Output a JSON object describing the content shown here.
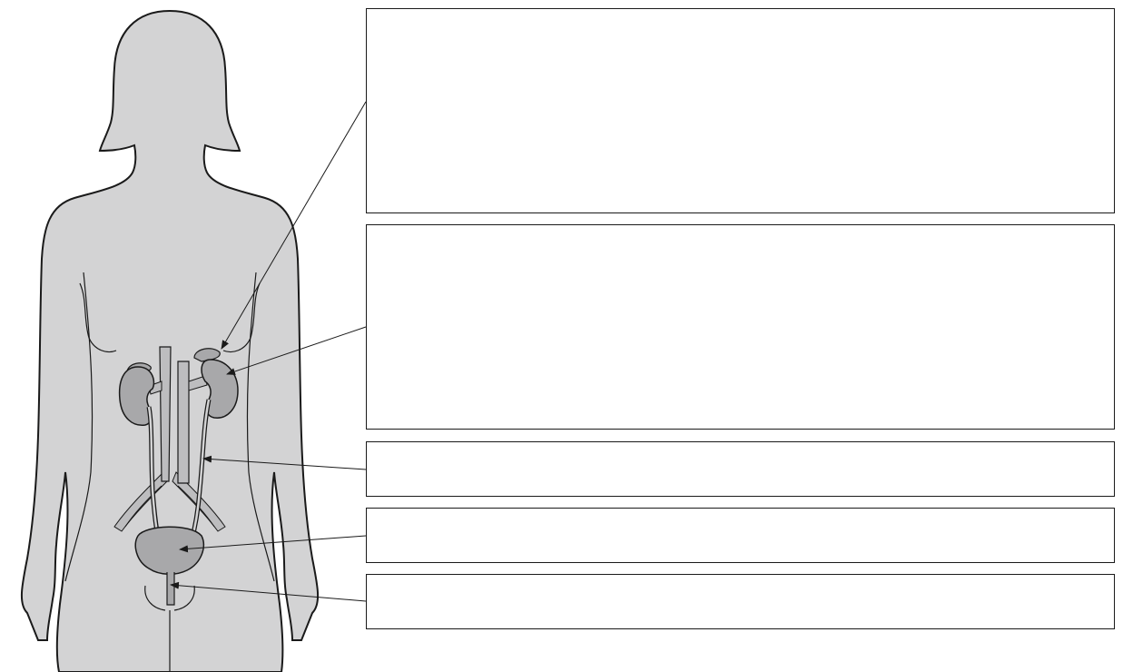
{
  "diagram": {
    "colors": {
      "body_fill": "#d3d3d4",
      "organ_fill": "#a8a8aa",
      "vessel_fill": "#bdbdbf",
      "outline": "#1a1a1a",
      "box_border": "#1a1a1a"
    },
    "label_boxes": [
      {
        "id": "box-1",
        "text": ""
      },
      {
        "id": "box-2",
        "text": ""
      },
      {
        "id": "box-3",
        "text": ""
      },
      {
        "id": "box-4",
        "text": ""
      },
      {
        "id": "box-5",
        "text": ""
      }
    ]
  }
}
